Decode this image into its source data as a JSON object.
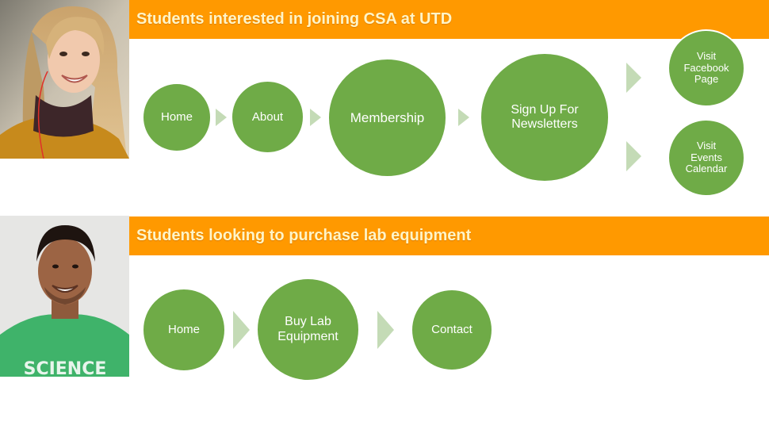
{
  "section1": {
    "title": "Students interested in joining CSA at UTD",
    "nodes": {
      "home": "Home",
      "about": "About",
      "membership": "Membership",
      "newsletter": "Sign Up For Newsletters",
      "facebook": "Visit Facebook Page",
      "events": "Visit Events Calendar"
    }
  },
  "section2": {
    "title": "Students looking to purchase lab equipment",
    "nodes": {
      "home": "Home",
      "buy": "Buy Lab Equipment",
      "contact": "Contact"
    }
  },
  "photo2_shirt_text": "SCIENCE",
  "colors": {
    "banner": "#ff9900",
    "banner_text": "#fff4c7",
    "node": "#6fab47",
    "arrow": "#c4dbb6"
  }
}
